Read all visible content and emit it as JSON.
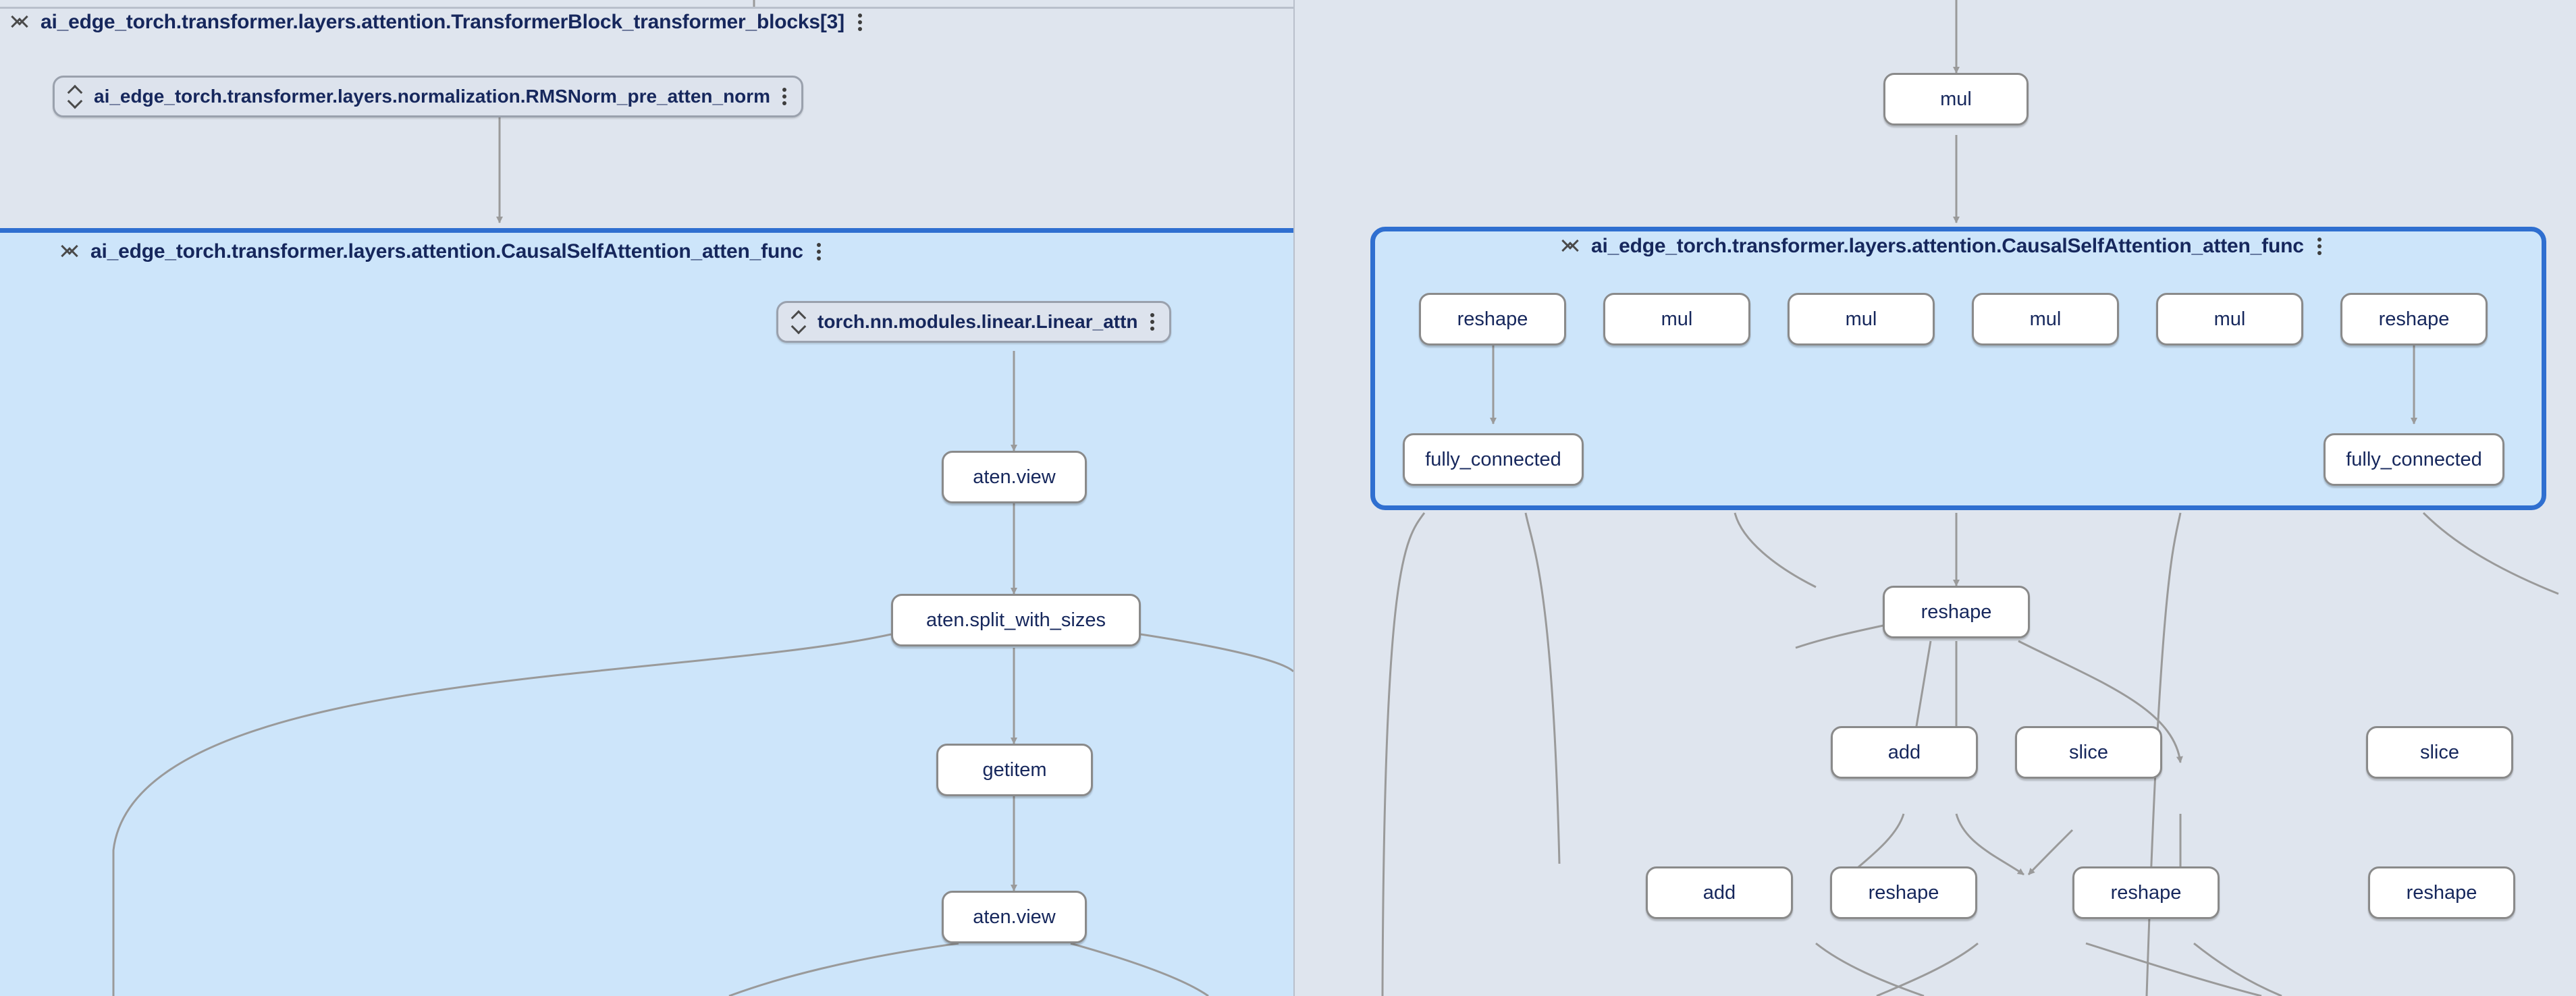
{
  "theme": {
    "canvas_bg": "#dfe5ee",
    "highlight_bg": "#cde5fa",
    "highlight_border": "#2f6fd0",
    "node_bg": "#ffffff",
    "node_border": "#8a8a8a",
    "text_color": "#16275c",
    "edge_color": "#9a9a9a"
  },
  "icons": {
    "collapse": "collapse-chevrons-icon",
    "expand": "expand-chevrons-icon",
    "kebab": "more-options-kebab-icon"
  },
  "left_panel": {
    "group_header": {
      "label": "ai_edge_torch.transformer.layers.attention.TransformerBlock_transformer_blocks[3]"
    },
    "module_pill": {
      "label": "ai_edge_torch.transformer.layers.normalization.RMSNorm_pre_atten_norm"
    },
    "attention_region": {
      "label": "ai_edge_torch.transformer.layers.attention.CausalSelfAttention_atten_func"
    },
    "linear_pill": {
      "label": "torch.nn.modules.linear.Linear_attn"
    },
    "nodes": [
      {
        "label": "aten.view"
      },
      {
        "label": "aten.split_with_sizes"
      },
      {
        "label": "getitem"
      },
      {
        "label": "aten.view"
      }
    ]
  },
  "right_panel": {
    "top_node": {
      "label": "mul"
    },
    "attention_region": {
      "label": "ai_edge_torch.transformer.layers.attention.CausalSelfAttention_atten_func"
    },
    "region_row_nodes": [
      {
        "label": "reshape"
      },
      {
        "label": "mul"
      },
      {
        "label": "mul"
      },
      {
        "label": "mul"
      },
      {
        "label": "mul"
      },
      {
        "label": "reshape"
      }
    ],
    "region_fc_nodes": [
      {
        "label": "fully_connected"
      },
      {
        "label": "fully_connected"
      }
    ],
    "below_nodes_row1": [
      {
        "label": "reshape"
      }
    ],
    "below_nodes_row2": [
      {
        "label": "add"
      },
      {
        "label": "slice"
      },
      {
        "label": "slice"
      }
    ],
    "below_nodes_row3": [
      {
        "label": "add"
      },
      {
        "label": "reshape"
      },
      {
        "label": "reshape"
      },
      {
        "label": "reshape"
      }
    ]
  },
  "graph_data": {
    "type": "node-graph",
    "description": "Model Explorer graph view of an ai_edge_torch transformer block, split across two side-by-side panels."
  }
}
